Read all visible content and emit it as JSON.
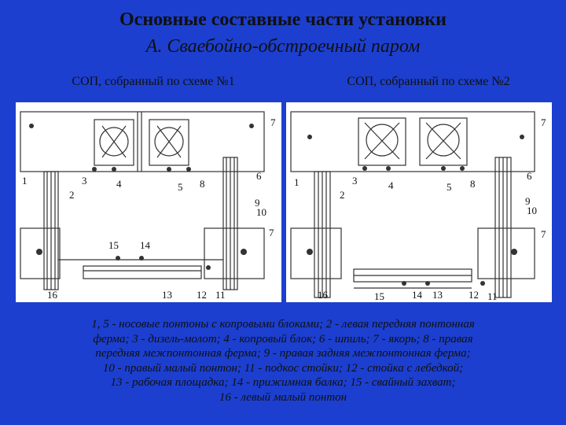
{
  "slide": {
    "title": "Основные составные части установки",
    "subtitle": "А. Сваебойно-обстроечный паром"
  },
  "schemes": [
    {
      "caption": "СОП, собранный по схеме №1",
      "labels": [
        "1",
        "2",
        "3",
        "4",
        "5",
        "6",
        "7",
        "8",
        "9",
        "10",
        "7",
        "15",
        "14",
        "16",
        "13",
        "12",
        "11"
      ]
    },
    {
      "caption": "СОП, собранный по схеме №2",
      "labels": [
        "1",
        "2",
        "3",
        "4",
        "5",
        "8",
        "6",
        "7",
        "9",
        "10",
        "7",
        "16",
        "15",
        "14",
        "13",
        "12",
        "11"
      ]
    }
  ],
  "legend": {
    "line1": "1, 5 - носовые понтоны с копровыми блоками; 2 - левая передняя понтонная",
    "line2": "ферма; 3 - дизель-молот; 4 - копровый блок; 6 - шпиль; 7 - якорь; 8 - правая",
    "line3": "передняя межпонтонная ферма; 9 - правая задняя межпонтонная ферма;",
    "line4": "10 - правый малый понтон; 11 - подкос стойки; 12 - стойка с лебедкой;",
    "line5": "13 - рабочая площадка; 14 - прижимная балка; 15 - свайный захват;",
    "line6": "16 - левый малый понтон"
  },
  "colors": {
    "background": "#1c3fcf",
    "text": "#101010",
    "drawing_background": "#ffffff",
    "drawing_lines": "#333333"
  }
}
